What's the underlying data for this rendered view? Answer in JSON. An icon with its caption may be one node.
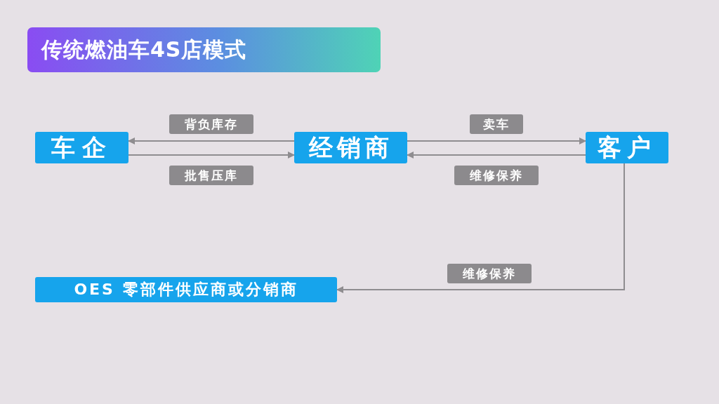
{
  "diagram": {
    "title": "传统燃油车4S店模式",
    "nodes": [
      {
        "text": [
          "车企"
        ]
      },
      {
        "text": [
          "经销商"
        ]
      },
      {
        "text": [
          "客户"
        ]
      },
      {
        "text": [
          "OES 零部件供应商或分销商"
        ]
      }
    ],
    "edges": [
      {
        "from": 1,
        "to": 0,
        "arrow": "to",
        "label": "背负库存"
      },
      {
        "from": 0,
        "to": 1,
        "arrow": "to",
        "label": "批售压库"
      },
      {
        "from": 1,
        "to": 2,
        "arrow": "to",
        "label": "卖车"
      },
      {
        "from": 2,
        "to": 1,
        "arrow": "to",
        "label": "维修保养"
      },
      {
        "from": 2,
        "to": 3,
        "arrow": "to",
        "label": "维修保养"
      }
    ]
  }
}
